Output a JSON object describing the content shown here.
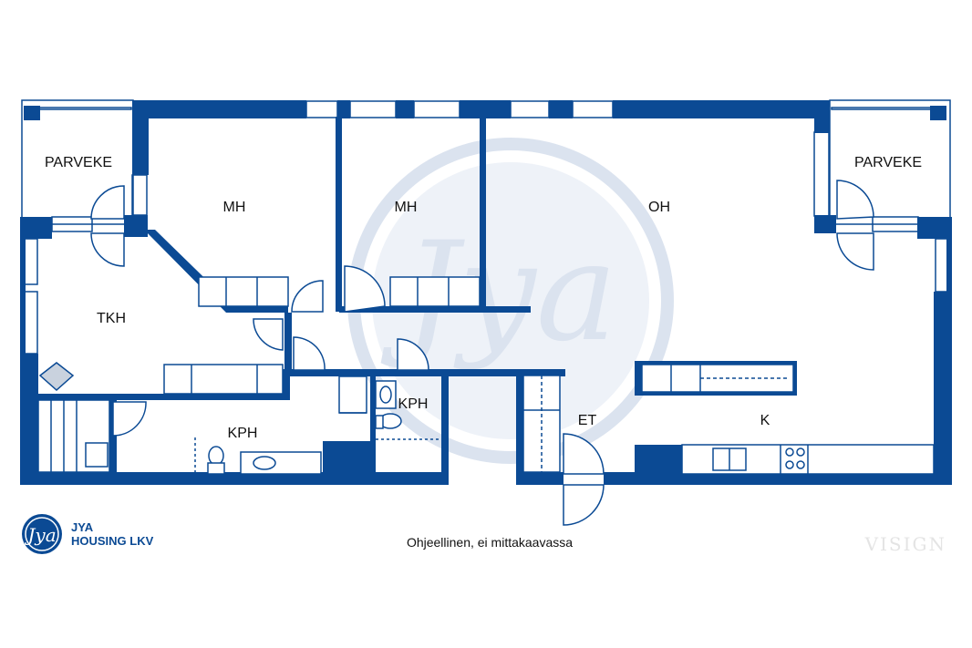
{
  "plan": {
    "colors": {
      "wall": "#0b4a94",
      "fixture": "#0b4a94",
      "watermark": "#dbe3ef",
      "brand_mark": "#e4e4e4"
    },
    "rooms": {
      "parveke_left": "PARVEKE",
      "mh_1": "MH",
      "mh_2": "MH",
      "oh": "OH",
      "parveke_right": "PARVEKE",
      "tkh": "TKH",
      "kph_main": "KPH",
      "kph_small": "KPH",
      "et": "ET",
      "k": "K"
    },
    "watermark_text": "Jya"
  },
  "footer": {
    "logo_mark": "Jya",
    "company_line1": "JYA",
    "company_line2": "HOUSING LKV",
    "caption": "Ohjeellinen, ei mittakaavassa",
    "brand": "VISIGN"
  }
}
